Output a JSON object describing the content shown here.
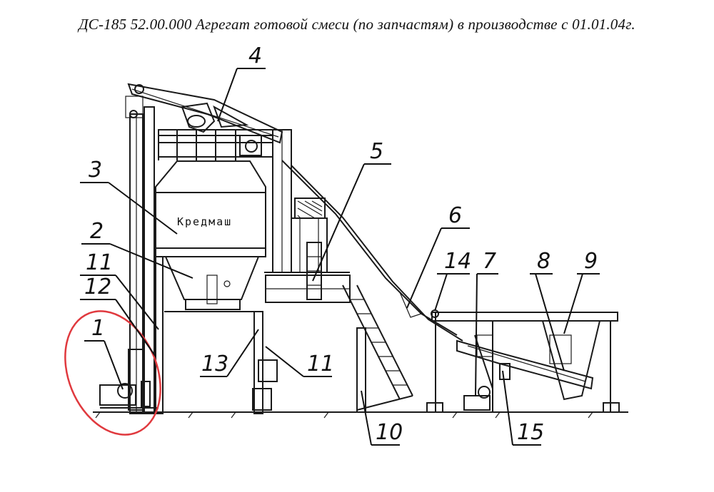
{
  "title": "ДС-185 52.00.000  Агрегат готовой смеси  (по запчастям) в производстве с 01.01.04г.",
  "brand_label": "Кредмаш",
  "callouts": [
    {
      "id": "c1",
      "label": "1"
    },
    {
      "id": "c2",
      "label": "2"
    },
    {
      "id": "c3",
      "label": "3"
    },
    {
      "id": "c4",
      "label": "4"
    },
    {
      "id": "c5",
      "label": "5"
    },
    {
      "id": "c6",
      "label": "6"
    },
    {
      "id": "c7",
      "label": "7"
    },
    {
      "id": "c8",
      "label": "8"
    },
    {
      "id": "c9",
      "label": "9"
    },
    {
      "id": "c10",
      "label": "10"
    },
    {
      "id": "c11a",
      "label": "11"
    },
    {
      "id": "c11b",
      "label": "11"
    },
    {
      "id": "c12",
      "label": "12"
    },
    {
      "id": "c13",
      "label": "13"
    },
    {
      "id": "c14",
      "label": "14"
    },
    {
      "id": "c15",
      "label": "15"
    }
  ],
  "highlight_color": "#e0393e"
}
